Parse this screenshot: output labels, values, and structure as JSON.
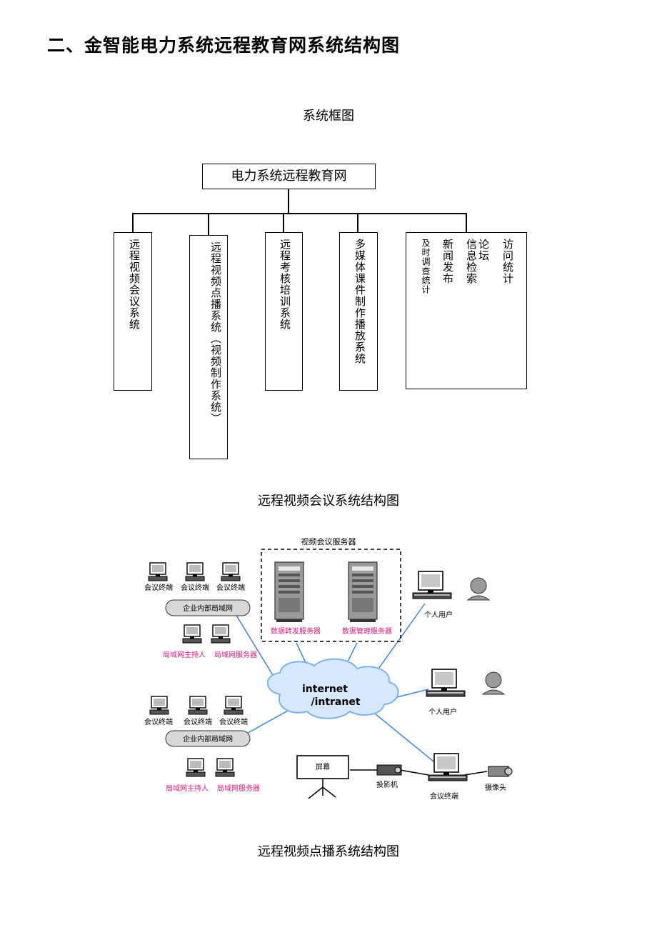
{
  "heading": "二、金智能电力系统远程教育网系统结构图",
  "section1": {
    "caption": "系统框图",
    "root": "电力系统远程教育网",
    "boxes": [
      "远程视频会议系统",
      "远程视频点播系统（视频制作系统）",
      "远程考核培训系统",
      "多媒体课件制作播放系统"
    ],
    "last_box_columns": [
      "及时调查统计",
      "新闻发布",
      "信息检索",
      "论坛",
      "访问统计"
    ]
  },
  "section2": {
    "caption": "远程视频会议系统结构图",
    "server_group_label": "视频会议服务器",
    "server_left": "数据转发服务器",
    "server_right": "数据管理服务器",
    "terminal_label": "会议终端",
    "lan_label": "企业内部局域网",
    "lan_host": "局域网主持人",
    "lan_server": "局域网服务器",
    "cloud_line1": "internet",
    "cloud_line2": "/intranet",
    "personal_user": "个人用户",
    "screen_label": "屏幕",
    "projector_label": "投影机",
    "meeting_terminal": "会议终端",
    "camera_label": "摄像头"
  },
  "section3": {
    "caption": "远程视频点播系统结构图"
  }
}
